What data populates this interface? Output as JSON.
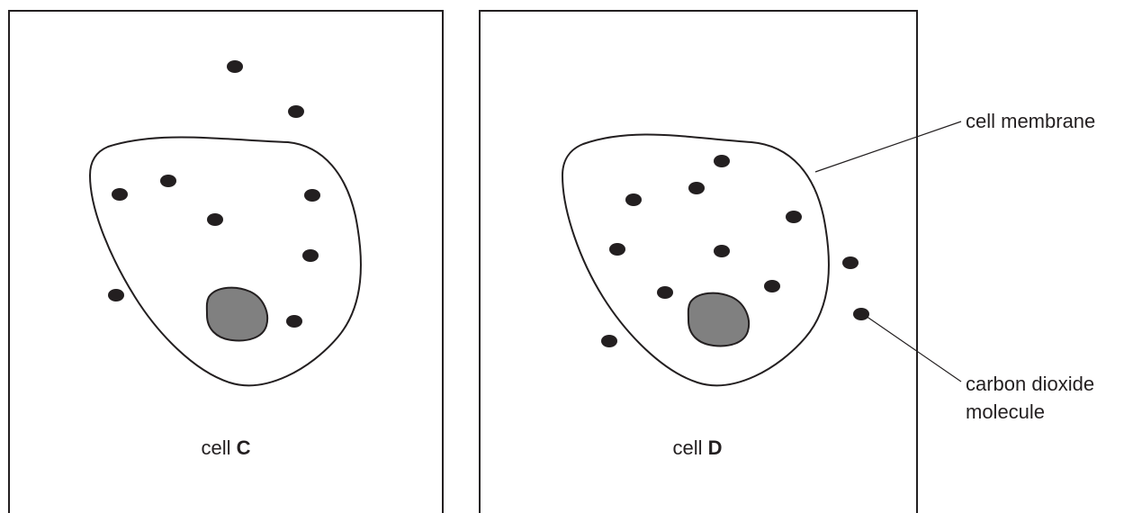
{
  "panels": [
    {
      "prefix": "cell",
      "letter": "C"
    },
    {
      "prefix": "cell",
      "letter": "D"
    }
  ],
  "labels": {
    "membrane": "cell membrane",
    "co2_line1": "carbon dioxide",
    "co2_line2": "molecule"
  }
}
